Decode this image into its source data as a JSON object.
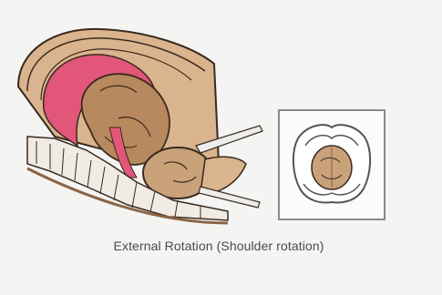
{
  "caption": "External Rotation (Shoulder rotation)",
  "illustration": {
    "main": "birth-canal-side-view",
    "inset": "fetal-head-in-pelvis-front-view"
  },
  "colors": {
    "skin": "#c9a27a",
    "skin_dark": "#8a6444",
    "uterus_pink": "#e2567a",
    "outline": "#3a2a1e",
    "background": "#f4f4f3",
    "frame": "#8a8a8a"
  }
}
